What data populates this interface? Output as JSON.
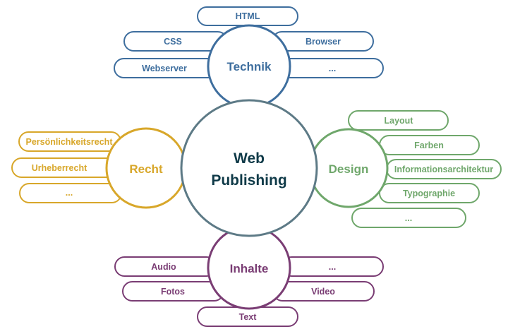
{
  "colors": {
    "technik": "#3e6e9e",
    "recht": "#d8a72a",
    "design": "#6fa76b",
    "inhalte": "#7a3d74",
    "center": "#5d7a86",
    "center_text": "#0f3a48"
  },
  "center": {
    "line1": "Web",
    "line2": "Publishing"
  },
  "hubs": {
    "technik": {
      "label": "Technik",
      "items": {
        "html": "HTML",
        "css": "CSS",
        "browser": "Browser",
        "webserver": "Webserver",
        "more": "..."
      }
    },
    "recht": {
      "label": "Recht",
      "items": {
        "persoenlichkeitsrecht": "Persönlichkeitsrecht",
        "urheberrecht": "Urheberrecht",
        "more": "..."
      }
    },
    "design": {
      "label": "Design",
      "items": {
        "layout": "Layout",
        "farben": "Farben",
        "informationsarchitektur": "Informationsarchitektur",
        "typographie": "Typographie",
        "more": "..."
      }
    },
    "inhalte": {
      "label": "Inhalte",
      "items": {
        "audio": "Audio",
        "more": "...",
        "fotos": "Fotos",
        "video": "Video",
        "text": "Text"
      }
    }
  }
}
